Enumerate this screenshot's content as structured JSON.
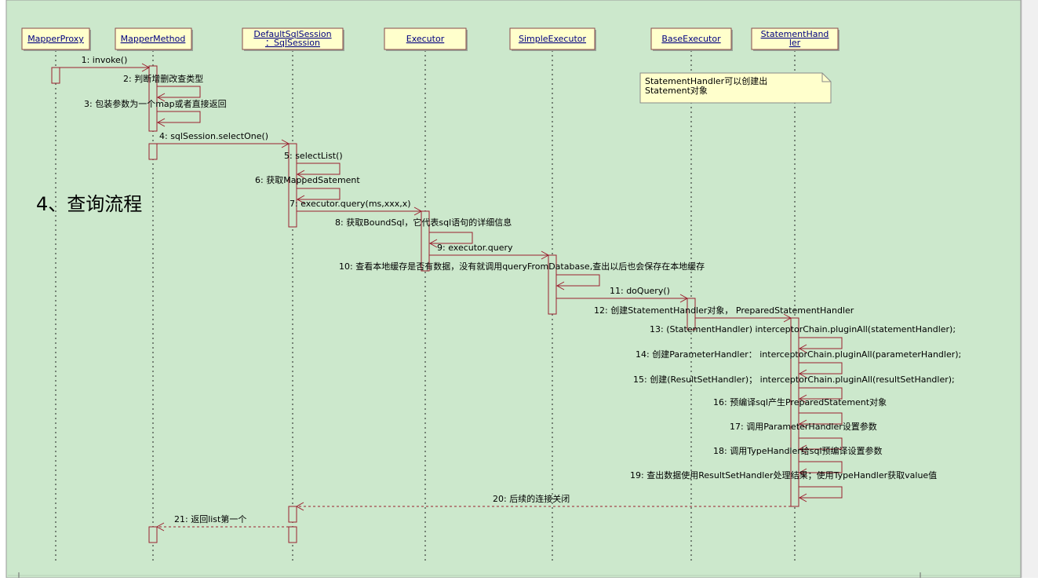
{
  "section_title": "4、查询流程",
  "participants": [
    {
      "id": "mp",
      "lines": [
        "MapperProxy"
      ]
    },
    {
      "id": "mm",
      "lines": [
        "MapperMethod"
      ]
    },
    {
      "id": "ds",
      "lines": [
        "DefaultSqlSession",
        "：SqlSession"
      ]
    },
    {
      "id": "ex",
      "lines": [
        "Executor"
      ]
    },
    {
      "id": "se",
      "lines": [
        "SimpleExecutor"
      ]
    },
    {
      "id": "be",
      "lines": [
        "BaseExecutor"
      ]
    },
    {
      "id": "sh",
      "lines": [
        "StatementHand",
        "ler"
      ]
    }
  ],
  "note": {
    "lines": [
      "StatementHandler可以创建出",
      "Statement对象"
    ]
  },
  "messages": [
    {
      "label": "1: invoke()"
    },
    {
      "label": "2: 判断增删改查类型"
    },
    {
      "label": "3: 包装参数为一个map或者直接返回"
    },
    {
      "label": "4: sqlSession.selectOne()"
    },
    {
      "label": "5: selectList()"
    },
    {
      "label": "6: 获取MappedSatement"
    },
    {
      "label": "7: executor.query(ms,xxx,x)"
    },
    {
      "label": "8: 获取BoundSql，它代表sql语句的详细信息"
    },
    {
      "label": "9: executor.query"
    },
    {
      "label": "10: 查看本地缓存是否有数据，没有就调用queryFromDatabase,查出以后也会保存在本地缓存"
    },
    {
      "label": "11: doQuery()"
    },
    {
      "label": "12: 创建StatementHandler对象， PreparedStatementHandler"
    },
    {
      "label": "13: (StatementHandler) interceptorChain.pluginAll(statementHandler);"
    },
    {
      "label": "14: 创建ParameterHandler： interceptorChain.pluginAll(parameterHandler);"
    },
    {
      "label": "15: 创建(ResultSetHandler)；  interceptorChain.pluginAll(resultSetHandler);"
    },
    {
      "label": "16: 预编译sql产生PreparedStatement对象"
    },
    {
      "label": "17: 调用ParameterHandler设置参数"
    },
    {
      "label": "18: 调用TypeHandler给sql预编译设置参数"
    },
    {
      "label": "19: 查出数据使用ResultSetHandler处理结果；使用TypeHandler获取value值"
    },
    {
      "label": "20: 后续的连接关闭"
    },
    {
      "label": "21: 返回list第一个"
    }
  ],
  "colors": {
    "background": "#cce8cc",
    "participant_fill": "#ffffcc",
    "arrow": "#9a1f2e",
    "text": "#000000",
    "participant_text": "#000080"
  }
}
